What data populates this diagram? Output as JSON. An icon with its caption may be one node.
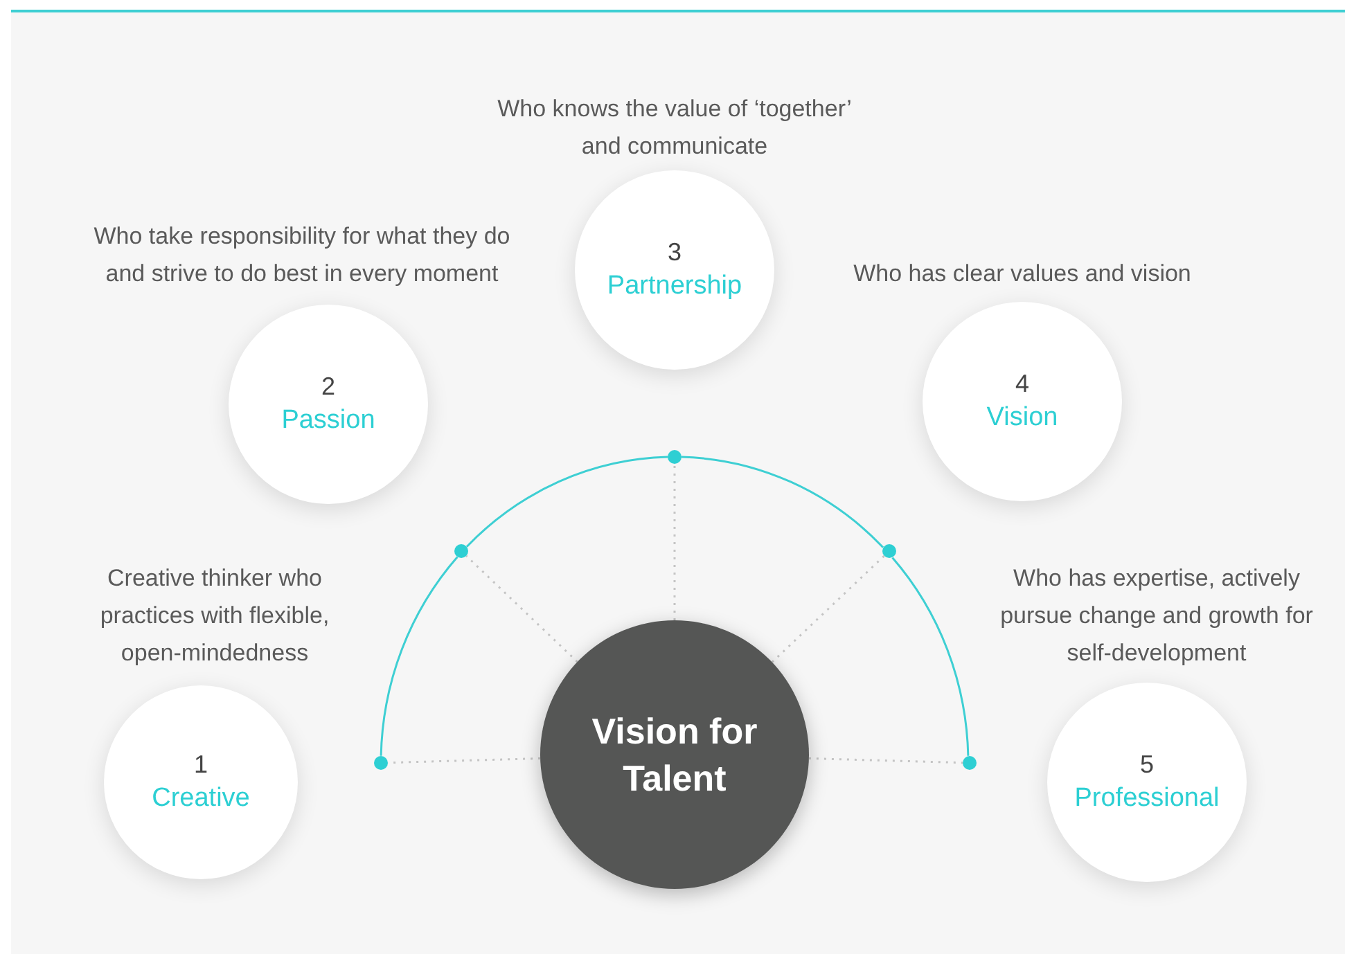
{
  "diagram": {
    "nodes": [
      {
        "text": [
          "Vision for Talent"
        ]
      },
      {
        "text": [
          "1",
          "Creative"
        ],
        "beside": [
          "Creative thinker who practices with flexible, open-mindedness"
        ]
      },
      {
        "text": [
          "2",
          "Passion"
        ],
        "beside": [
          "Who take responsibility for what they do and strive to do best in every moment"
        ]
      },
      {
        "text": [
          "3",
          "Partnership"
        ],
        "beside": [
          "Who knows the value of ‘together’ and communicate"
        ]
      },
      {
        "text": [
          "4",
          "Vision"
        ],
        "beside": [
          "Who has clear values and vision"
        ]
      },
      {
        "text": [
          "5",
          "Professional"
        ],
        "beside": [
          "Who has expertise, actively pursue change and growth for self-development"
        ]
      },
      {
        "text": [],
        "shape": "circle"
      },
      {
        "text": [],
        "shape": "circle"
      },
      {
        "text": [],
        "shape": "circle"
      },
      {
        "text": [],
        "shape": "circle"
      },
      {
        "text": [],
        "shape": "circle"
      }
    ],
    "edges": [
      {
        "from": 0,
        "to": 6,
        "arrow": "none",
        "style": "dashed"
      },
      {
        "from": 0,
        "to": 7,
        "arrow": "none",
        "style": "dashed"
      },
      {
        "from": 0,
        "to": 8,
        "arrow": "none",
        "style": "dashed"
      },
      {
        "from": 0,
        "to": 9,
        "arrow": "none",
        "style": "dashed"
      },
      {
        "from": 0,
        "to": 10,
        "arrow": "none",
        "style": "dashed"
      },
      {
        "from": 6,
        "to": 7,
        "arrow": "none",
        "color": "#3ecfd3"
      },
      {
        "from": 7,
        "to": 8,
        "arrow": "none",
        "color": "#3ecfd3"
      },
      {
        "from": 8,
        "to": 9,
        "arrow": "none",
        "color": "#3ecfd3"
      },
      {
        "from": 9,
        "to": 10,
        "arrow": "none",
        "color": "#3ecfd3"
      }
    ]
  }
}
